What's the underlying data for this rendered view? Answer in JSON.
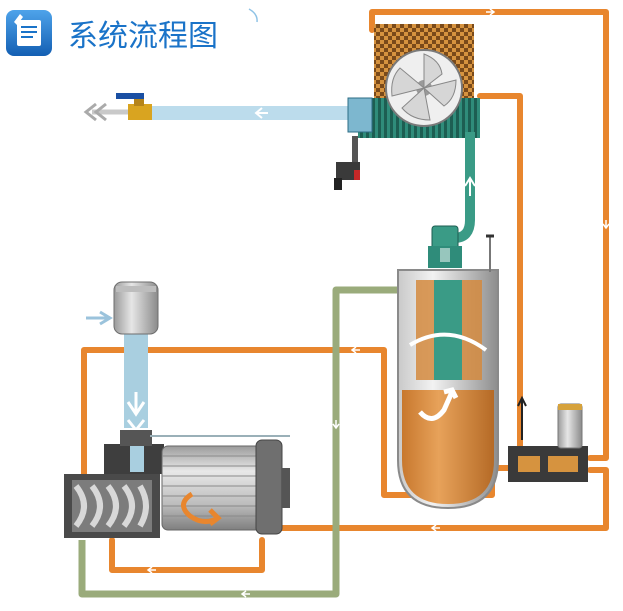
{
  "header": {
    "title": "系统流程图",
    "icon": "document-edit-icon"
  },
  "colors": {
    "oil": "#e8862e",
    "air": "#a9cfe0",
    "compressed_air": "#3a9b86",
    "return_oil": "#9aab7b",
    "title": "#1a73c8"
  },
  "components": [
    "air-cooler-fan",
    "ball-valve",
    "air-filter",
    "intake-valve",
    "screw-airend",
    "electric-motor",
    "oil-separator-tank",
    "thermostatic-valve",
    "oil-filter",
    "drain-valve",
    "minimum-pressure-valve"
  ]
}
